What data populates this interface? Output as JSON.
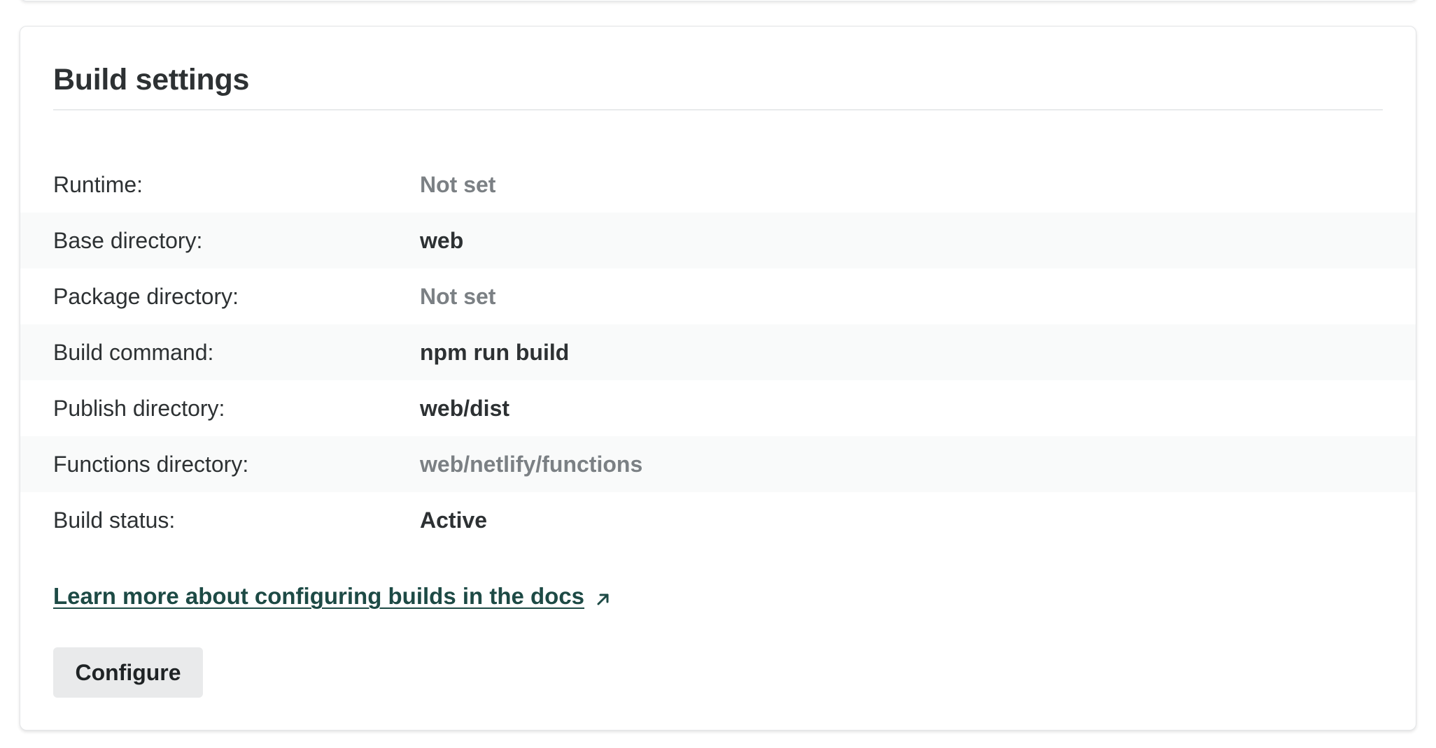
{
  "card": {
    "title": "Build settings"
  },
  "settings": [
    {
      "label": "Runtime:",
      "value": "Not set",
      "muted": true
    },
    {
      "label": "Base directory:",
      "value": "web",
      "muted": false
    },
    {
      "label": "Package directory:",
      "value": "Not set",
      "muted": true
    },
    {
      "label": "Build command:",
      "value": "npm run build",
      "muted": false
    },
    {
      "label": "Publish directory:",
      "value": "web/dist",
      "muted": false
    },
    {
      "label": "Functions directory:",
      "value": "web/netlify/functions",
      "muted": true
    },
    {
      "label": "Build status:",
      "value": "Active",
      "muted": false
    }
  ],
  "docs_link": {
    "label": "Learn more about configuring builds in the docs",
    "icon": "external-link-arrow-icon"
  },
  "actions": {
    "configure_label": "Configure"
  },
  "colors": {
    "link": "#1d4a45",
    "muted_value": "#7b8084",
    "text": "#2d3133",
    "button_bg": "#e9eaeb"
  }
}
